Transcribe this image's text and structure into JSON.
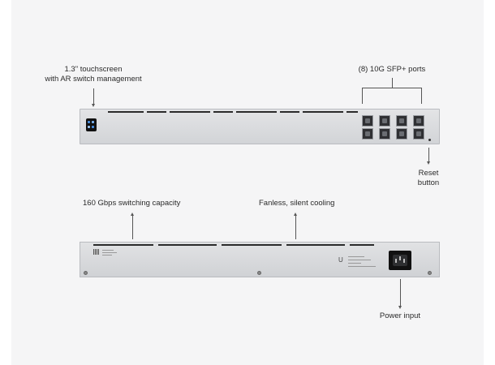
{
  "labels": {
    "touchscreen_line1": "1.3\" touchscreen",
    "touchscreen_line2": "with AR switch management",
    "sfp_ports": "(8) 10G SFP+ ports",
    "reset_line1": "Reset",
    "reset_line2": "button",
    "switching_capacity": "160 Gbps switching capacity",
    "fanless": "Fanless, silent cooling",
    "power_input": "Power input"
  },
  "colors": {
    "background": "#f5f5f6",
    "chassis": "#d8dadd",
    "port": "#2f3033",
    "callout_line": "#555555"
  },
  "icons": {
    "touchscreen": "screen-icon",
    "power_socket": "power-socket-icon",
    "brand_logo": "logo-u-icon"
  }
}
